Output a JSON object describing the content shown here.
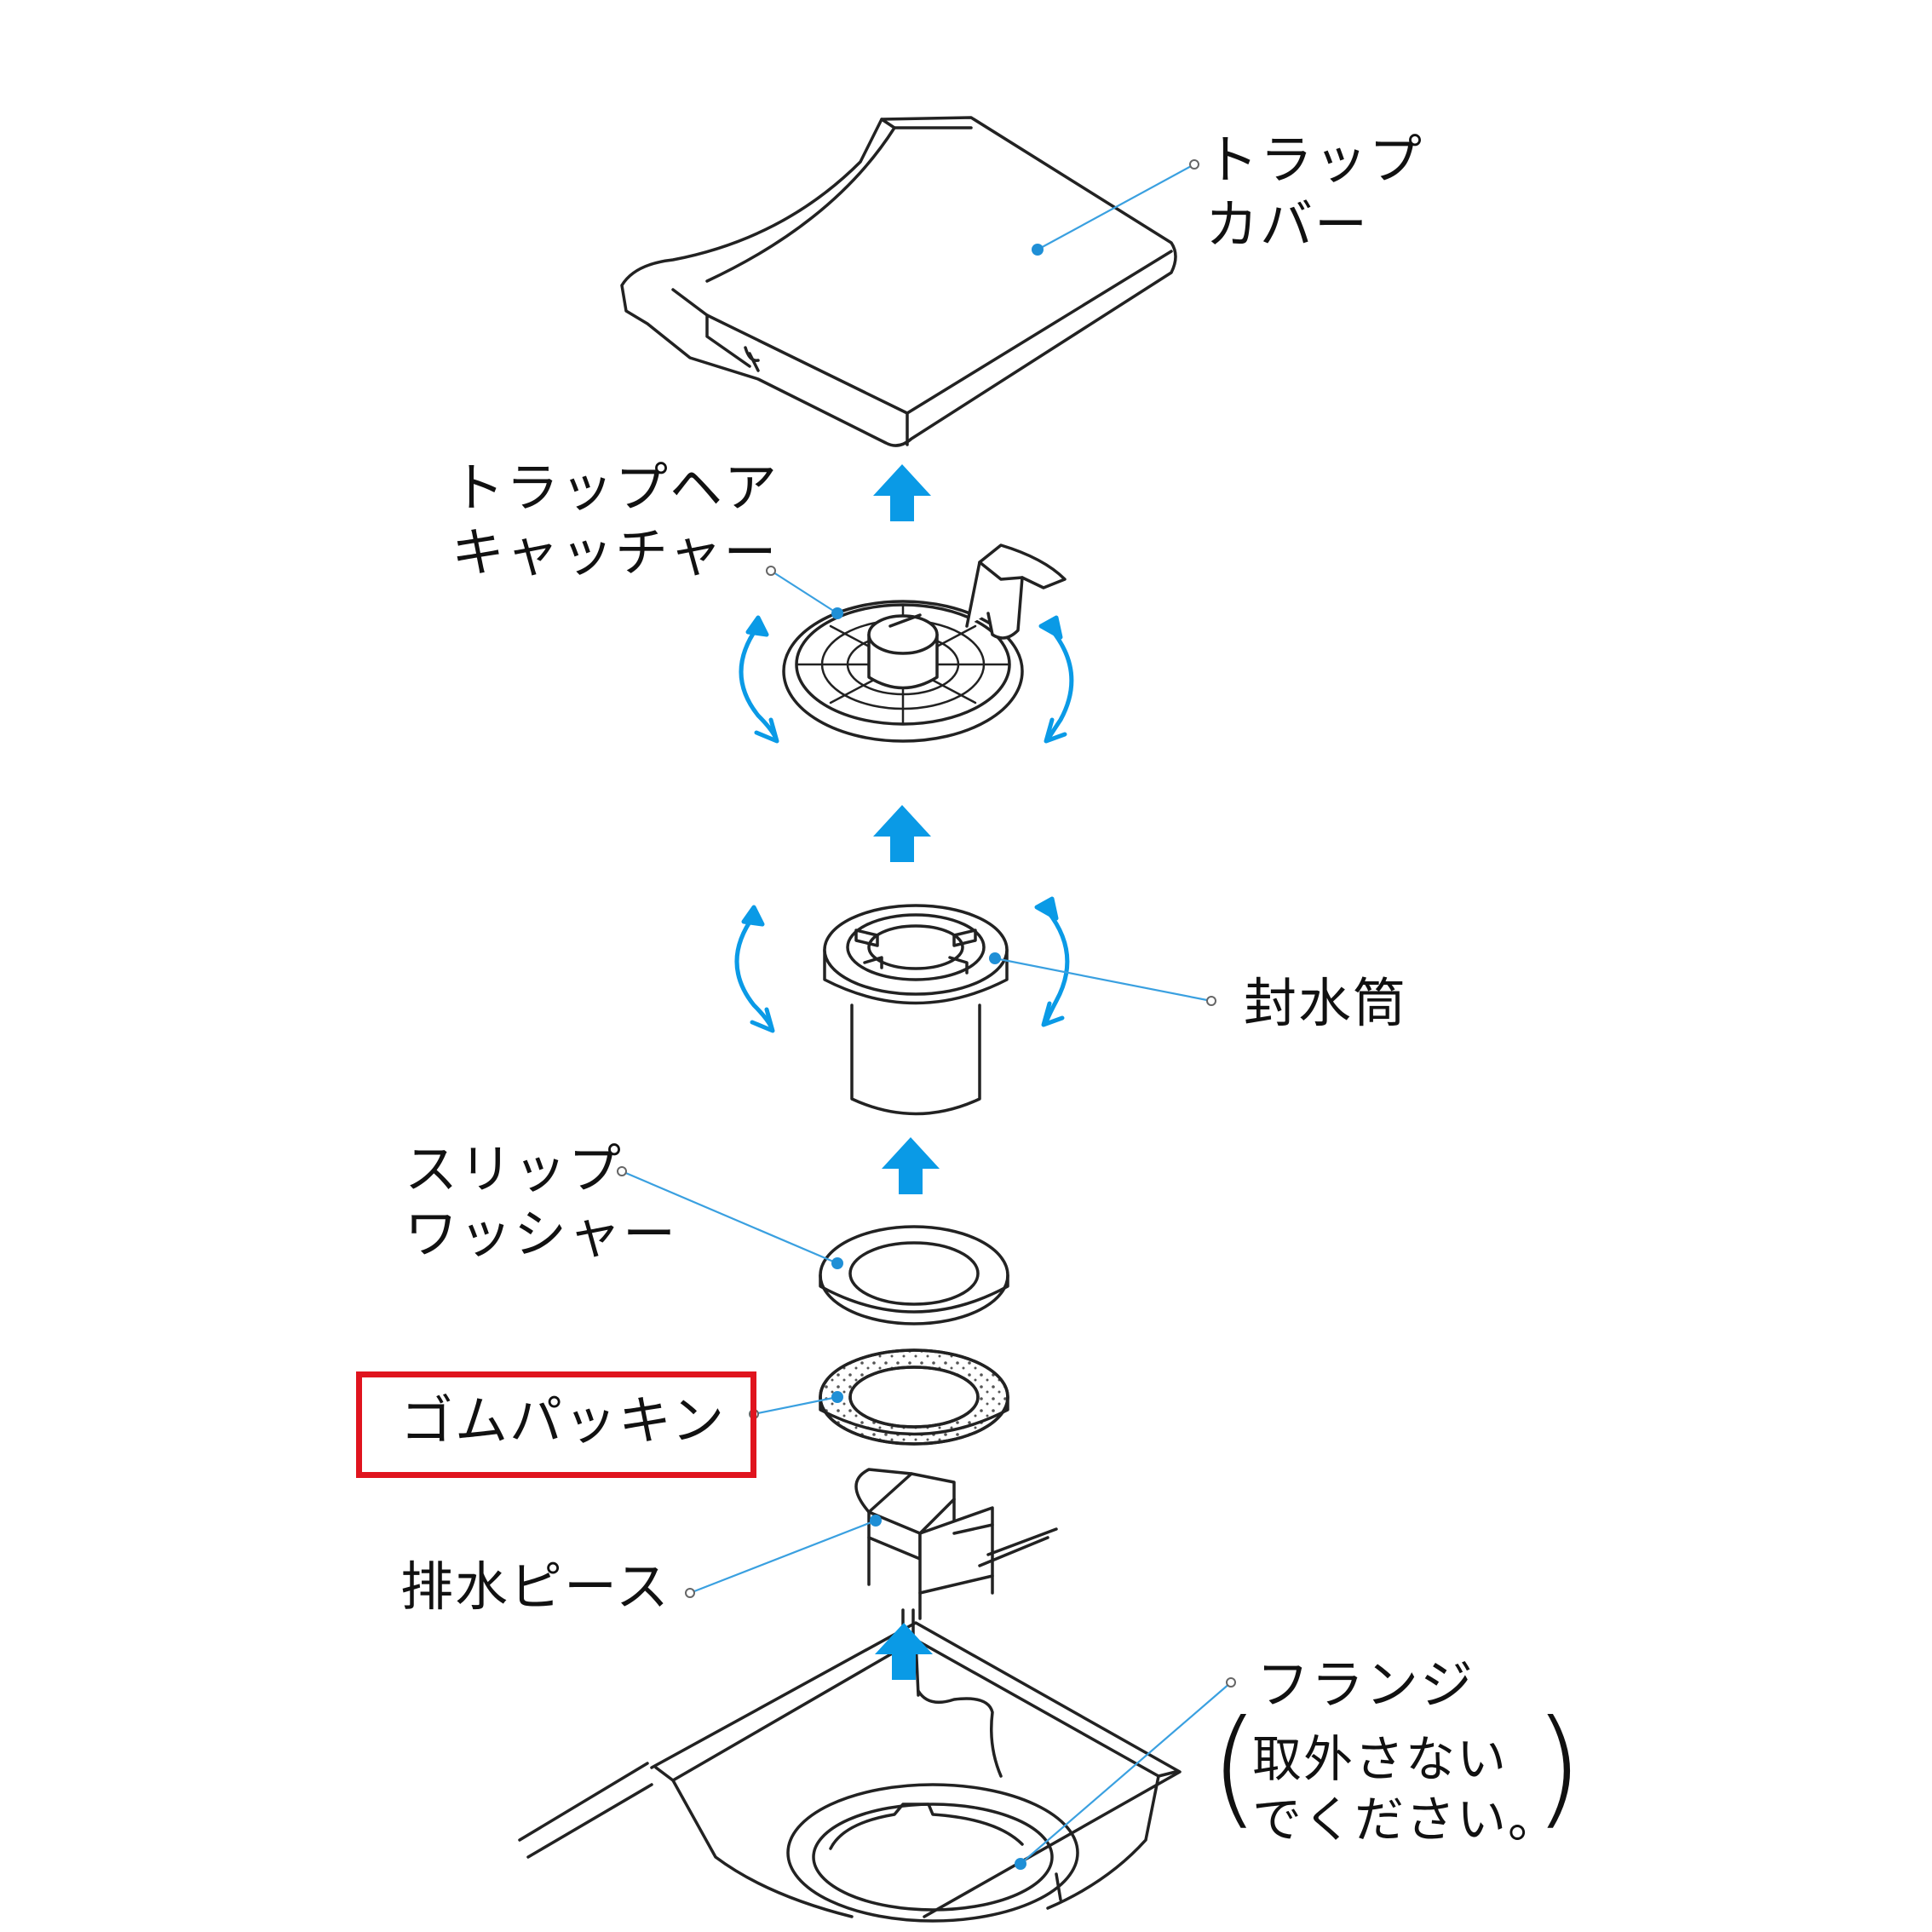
{
  "labels": {
    "trap_cover": [
      "トラップ",
      "カバー"
    ],
    "hair_catcher": [
      "トラップヘア",
      "キャッチャー"
    ],
    "sealing_cylinder": "封水筒",
    "slip_washer": [
      "スリップ",
      "ワッシャー"
    ],
    "rubber_packing": "ゴムパッキン",
    "drain_piece": "排水ピース",
    "flange": "フランジ",
    "flange_note": [
      "取外さない",
      "でください。"
    ]
  },
  "colors": {
    "leader_line": "#3aa0e0",
    "arrow": "#0a9ae6",
    "highlight_box": "#e0141e",
    "outline": "#222222"
  },
  "icons": {
    "up_arrow": "up-arrow-icon",
    "rotate_arrow": "rotate-arrow-icon"
  }
}
